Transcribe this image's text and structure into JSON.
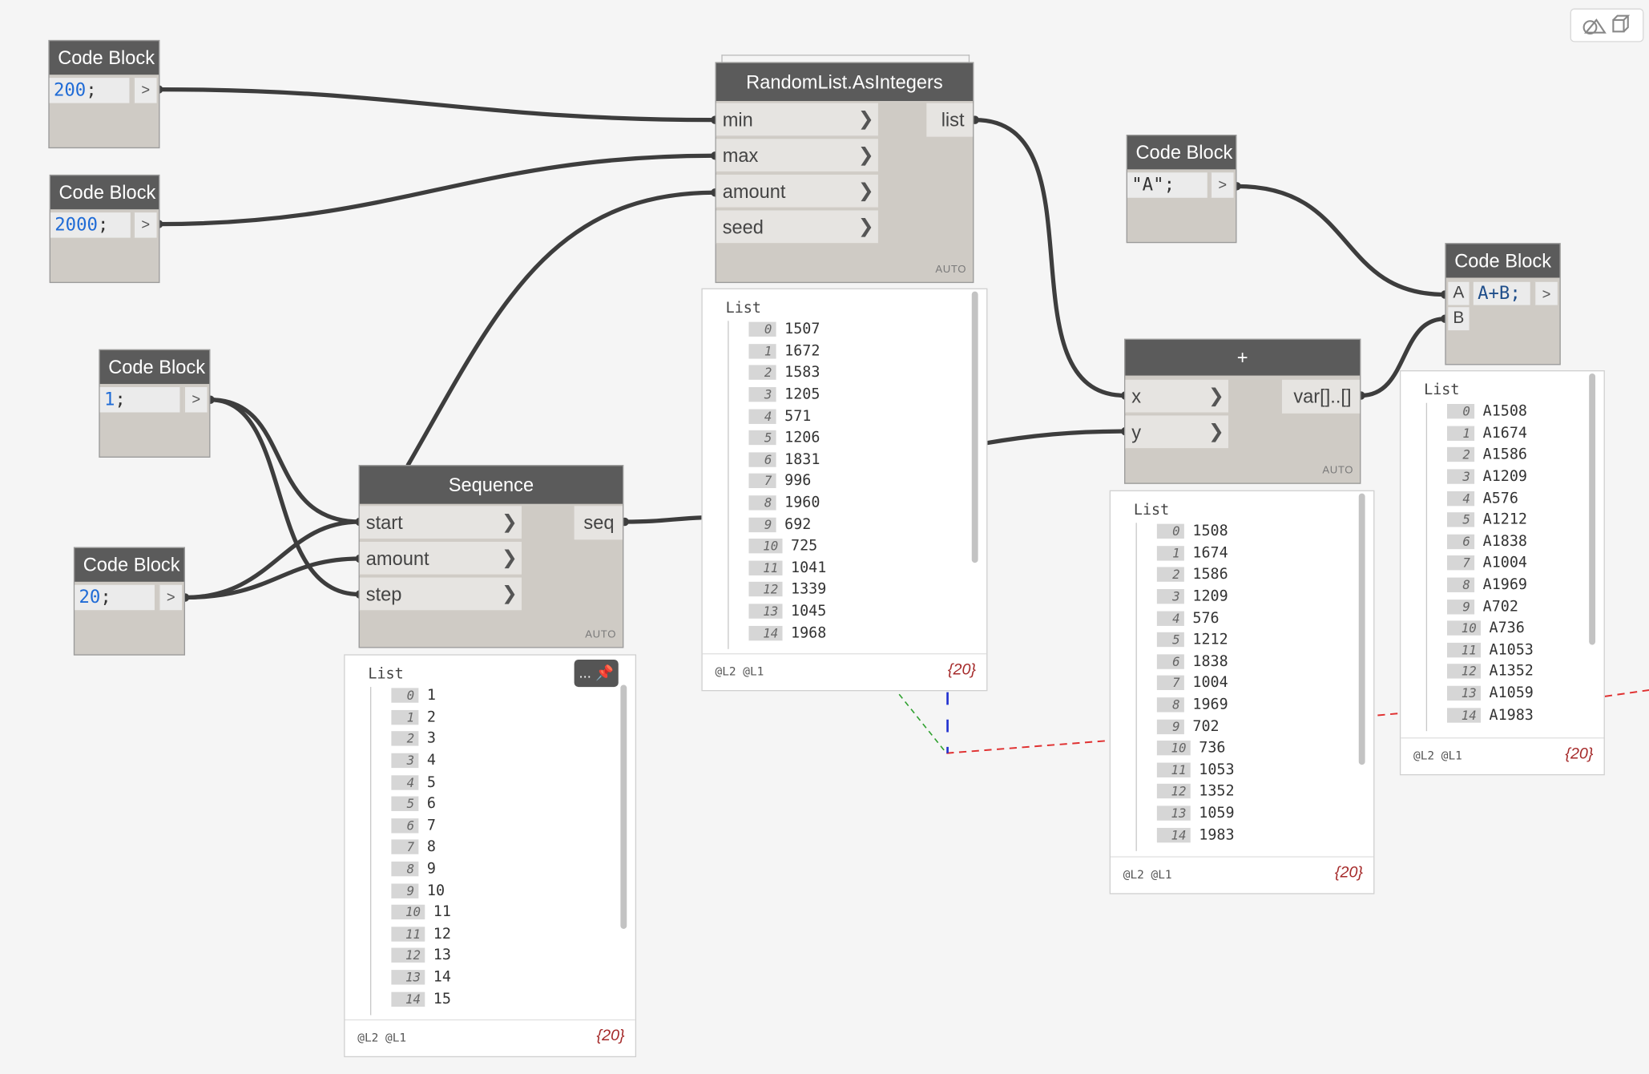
{
  "code_blocks": {
    "cb200": {
      "title": "Code Block",
      "code": "200",
      "suffix": ";",
      "out": ">"
    },
    "cb2000": {
      "title": "Code Block",
      "code": "2000",
      "suffix": ";",
      "out": ">"
    },
    "cb1": {
      "title": "Code Block",
      "code": "1",
      "suffix": ";",
      "out": ">"
    },
    "cb20": {
      "title": "Code Block",
      "code": "20",
      "suffix": ";",
      "out": ">"
    },
    "cbA": {
      "title": "Code Block",
      "code": "\"A\"",
      "suffix": ";",
      "out": ">"
    },
    "cbAB": {
      "title": "Code Block",
      "code": "A+B;",
      "in_a": "A",
      "in_b": "B",
      "out": ">"
    }
  },
  "random_node": {
    "title": "RandomList.AsIntegers",
    "inputs": [
      "min",
      "max",
      "amount",
      "seed"
    ],
    "output": "list",
    "lacing": "AUTO"
  },
  "sequence_node": {
    "title": "Sequence",
    "inputs": [
      "start",
      "amount",
      "step"
    ],
    "output": "seq",
    "lacing": "AUTO"
  },
  "add_node": {
    "title": "+",
    "inputs": [
      "x",
      "y"
    ],
    "output": "var[]..[]",
    "lacing": "AUTO"
  },
  "previews": {
    "seq": {
      "label": "List",
      "levels": "@L2 @L1",
      "count": "{20}",
      "pin": "...",
      "items": [
        "1",
        "2",
        "3",
        "4",
        "5",
        "6",
        "7",
        "8",
        "9",
        "10",
        "11",
        "12",
        "13",
        "14",
        "15"
      ]
    },
    "random": {
      "label": "List",
      "levels": "@L2 @L1",
      "count": "{20}",
      "items": [
        "1507",
        "1672",
        "1583",
        "1205",
        "571",
        "1206",
        "1831",
        "996",
        "1960",
        "692",
        "725",
        "1041",
        "1339",
        "1045",
        "1968"
      ]
    },
    "add": {
      "label": "List",
      "levels": "@L2 @L1",
      "count": "{20}",
      "items": [
        "1508",
        "1674",
        "1586",
        "1209",
        "576",
        "1212",
        "1838",
        "1004",
        "1969",
        "702",
        "736",
        "1053",
        "1352",
        "1059",
        "1983"
      ]
    },
    "concat": {
      "label": "List",
      "levels": "@L2 @L1",
      "count": "{20}",
      "items": [
        "A1508",
        "A1674",
        "A1586",
        "A1209",
        "A576",
        "A1212",
        "A1838",
        "A1004",
        "A1969",
        "A702",
        "A736",
        "A1053",
        "A1352",
        "A1059",
        "A1983"
      ]
    }
  },
  "colors": {
    "wire": "#3d3d3d",
    "header": "#5b5b5b",
    "node_body": "#cfcbc5",
    "number": "#1f6bd6",
    "count": "#a52a2a",
    "axis_x": "#e03030",
    "axis_y": "#2ea02e",
    "axis_z": "#2030d0"
  }
}
